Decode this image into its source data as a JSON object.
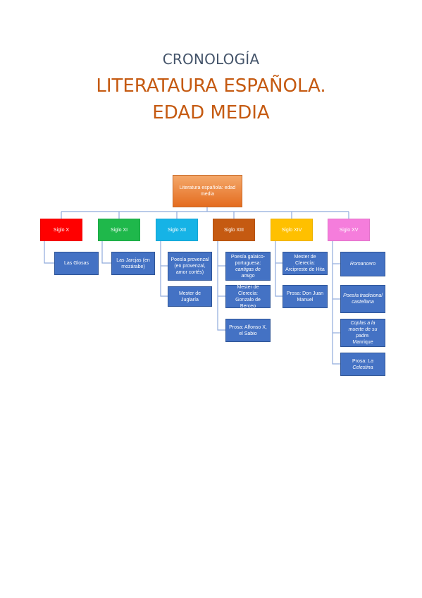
{
  "header": {
    "subtitle": "CRONOLOGÍA",
    "title_line1": "LITERATAURA ESPAÑOLA.",
    "title_line2": "EDAD MEDIA"
  },
  "root": {
    "label": "Literatura española: edad media"
  },
  "centuries": [
    {
      "label": "Siglo X",
      "color": "#ff0000"
    },
    {
      "label": "Siglo XI",
      "color": "#1fb84b"
    },
    {
      "label": "Siglo XII",
      "color": "#16b3e6"
    },
    {
      "label": "Siglo XIII",
      "color": "#c55a11"
    },
    {
      "label": "Siglo XIV",
      "color": "#ffc000"
    },
    {
      "label": "Siglo XV",
      "color": "#f57ddc"
    }
  ],
  "leaves": {
    "x": [
      "Las Glosas"
    ],
    "xi": [
      "Las Jarcjas (en mozárabe)"
    ],
    "xii": [
      "Poesía provenzal (en provenzal, amor cortés)",
      "Mester de Juglaría"
    ],
    "xiii": {
      "a_line1": "Poesía galaico-portuguesa:",
      "a_line2": "cantigas de amigo",
      "b": "Mester de Clerecía: Gonzalo de Berceo",
      "c": "Prosa: Alfonso X, el Sabio"
    },
    "xiv": [
      "Mester de Clerecía: Arcipreste de Hita",
      "Prosa: Don Juan Manuel"
    ],
    "xv": {
      "a": "Romancero",
      "b": "Poesía tradicional castellana",
      "c_line1": "Coplas a la muerte de su padre.",
      "c_line2": "Manrique",
      "d_prefix": "Prosa: ",
      "d_title": "La Celestina"
    }
  },
  "colors": {
    "leaf": "#4472c4",
    "connector": "#8faadc",
    "title_accent": "#c55a11",
    "subtitle": "#44546a"
  }
}
